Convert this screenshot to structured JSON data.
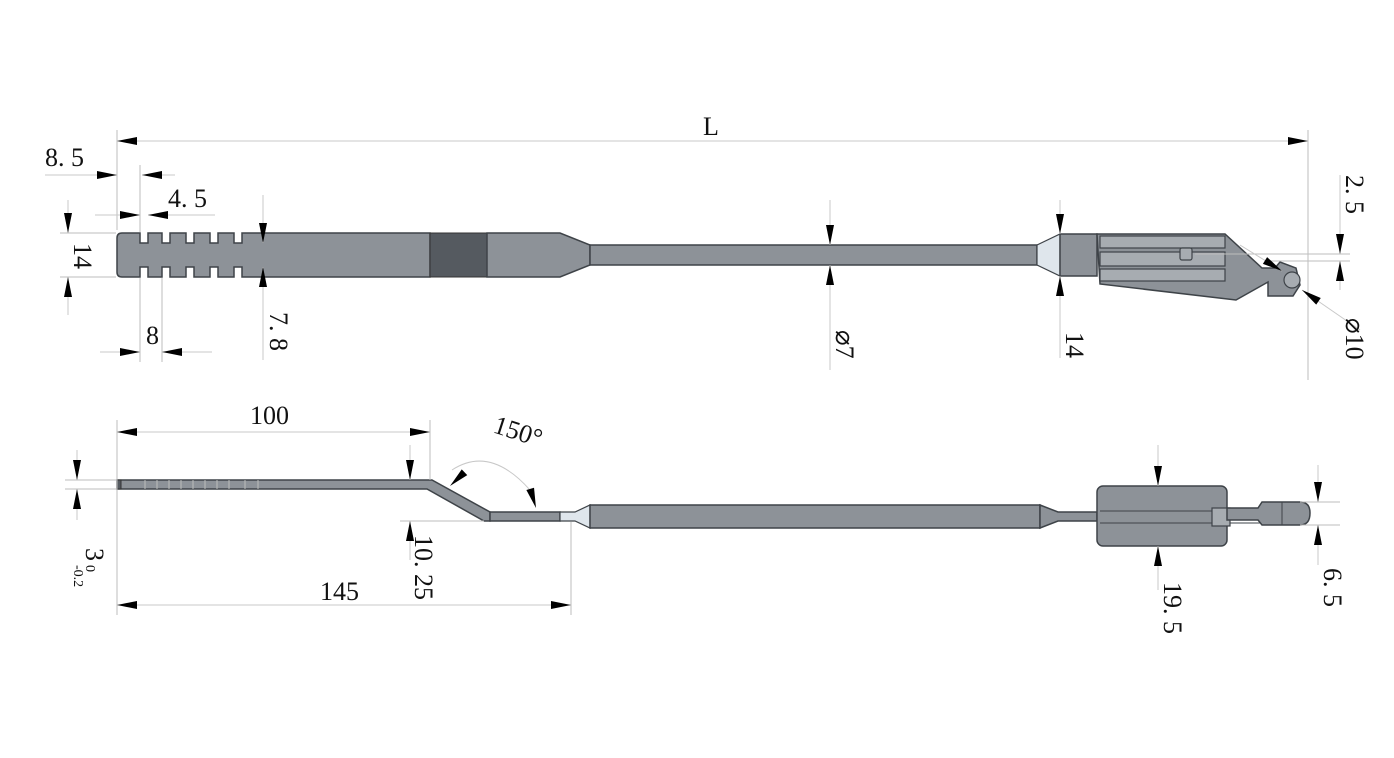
{
  "drawing": {
    "top_view": {
      "overall_length": "L",
      "notch_offset": "8. 5",
      "notch_width": "4. 5",
      "handle_width": "14",
      "notch_pitch": "8",
      "notch_depth": "7. 8",
      "shaft_diameter": "⌀7",
      "head_width": "14",
      "pin_offset": "2. 5",
      "pin_diameter": "⌀10"
    },
    "side_view": {
      "straight_length": "100",
      "bend_angle": "150°",
      "thickness": "3",
      "thickness_tol_upper": "0",
      "thickness_tol_lower": "-0.2",
      "offset_length": "145",
      "bend_offset": "10. 25",
      "block_height": "19. 5",
      "tip_height": "6. 5"
    },
    "colors": {
      "part": "#8d9298",
      "outline": "#3e4348",
      "dim_line": "#c8c8c8"
    }
  }
}
